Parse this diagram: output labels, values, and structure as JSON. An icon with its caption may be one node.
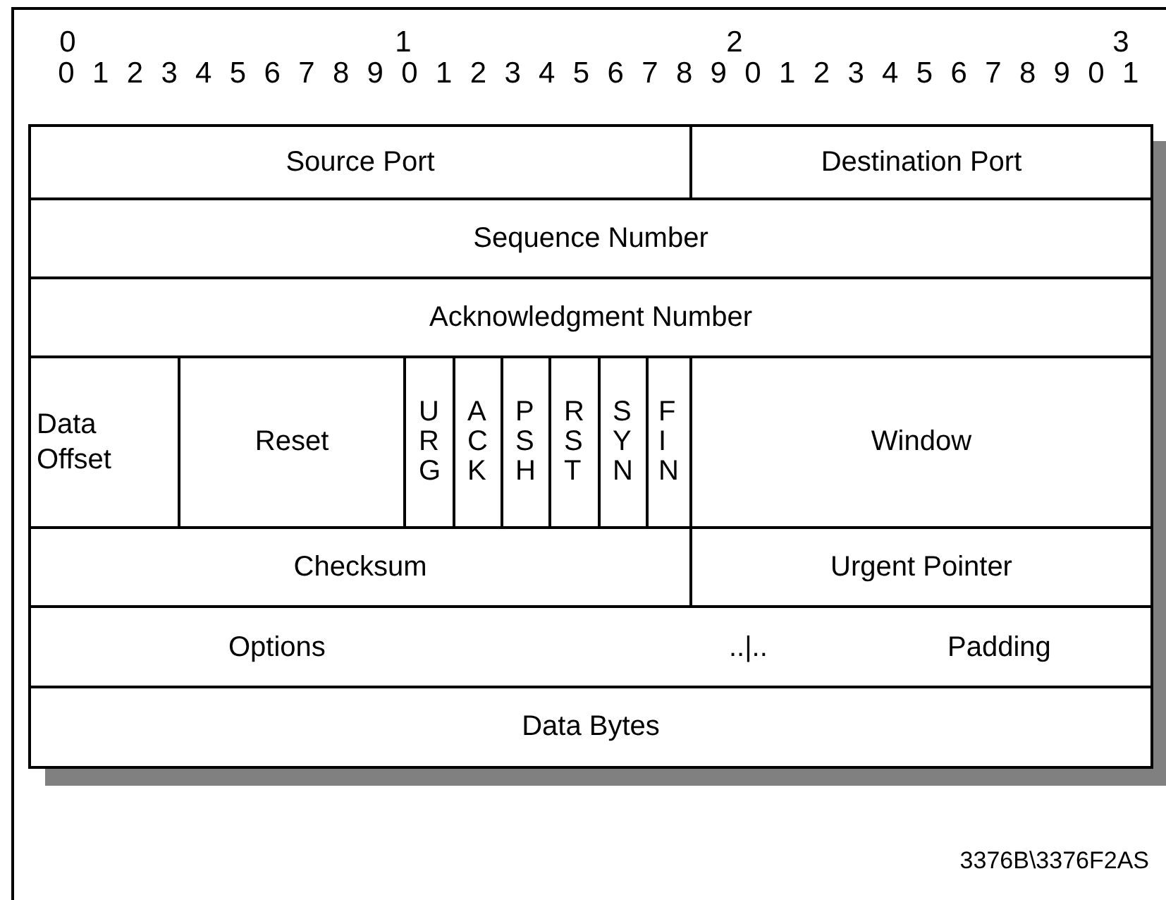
{
  "diagram": {
    "nodes": [
      {
        "text": [
          "Source Port"
        ]
      },
      {
        "text": [
          "Destination Port"
        ]
      },
      {
        "text": [
          "Sequence Number"
        ]
      },
      {
        "text": [
          "Acknowledgment Number"
        ]
      },
      {
        "text": [
          "Data Offset"
        ]
      },
      {
        "text": [
          "Reset"
        ]
      },
      {
        "text": [
          "URG"
        ]
      },
      {
        "text": [
          "ACK"
        ]
      },
      {
        "text": [
          "PSH"
        ]
      },
      {
        "text": [
          "RST"
        ]
      },
      {
        "text": [
          "SYN"
        ]
      },
      {
        "text": [
          "FIN"
        ]
      },
      {
        "text": [
          "Window"
        ]
      },
      {
        "text": [
          "Checksum"
        ]
      },
      {
        "text": [
          "Urgent Pointer"
        ]
      },
      {
        "text": [
          "Options",
          "..|..",
          "Padding"
        ]
      },
      {
        "text": [
          "Data Bytes"
        ]
      }
    ],
    "edges": [],
    "labels": [
      "0",
      "1",
      "2",
      "3",
      "0",
      "1",
      "2",
      "3",
      "4",
      "5",
      "6",
      "7",
      "8",
      "9",
      "0",
      "1",
      "2",
      "3",
      "4",
      "5",
      "6",
      "7",
      "8",
      "9",
      "0",
      "1",
      "2",
      "3",
      "4",
      "5",
      "6",
      "7",
      "8",
      "9",
      "0",
      "1",
      "3376B\\3376F2AS"
    ]
  }
}
